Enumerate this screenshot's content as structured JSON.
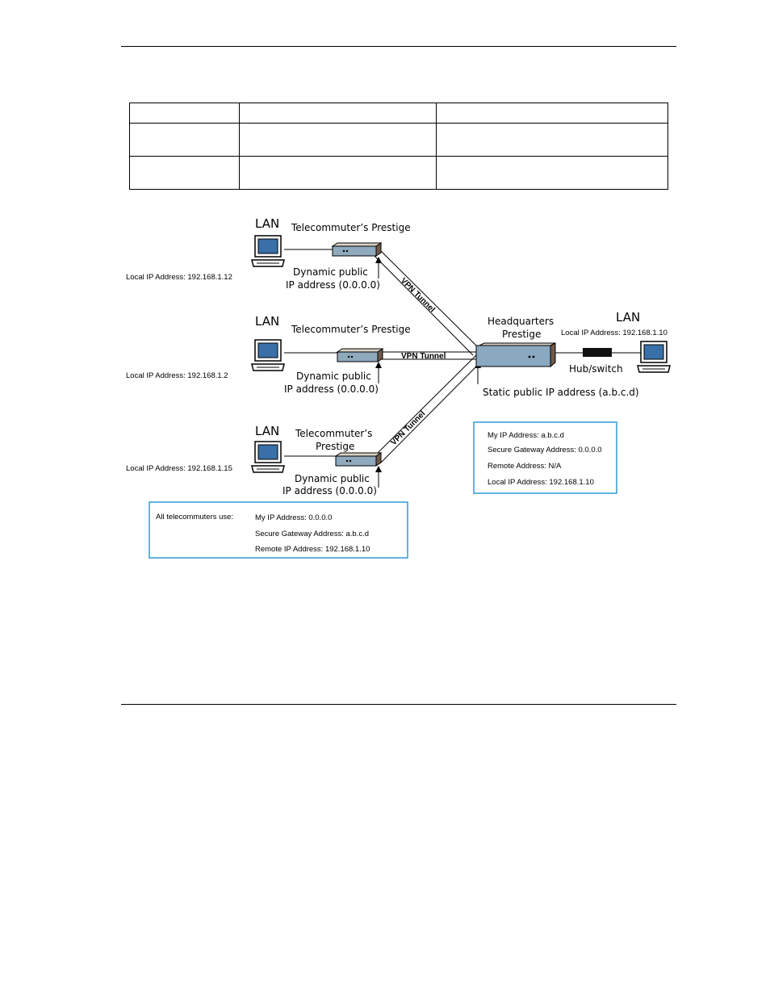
{
  "colors": {
    "box_border": "#2e9bd6",
    "router_top": "#d9d2c6",
    "router_front": "#8fa9bd",
    "router_side": "#6f5a4a",
    "hq_router": "#8aa8c0",
    "monitor_screen": "#3a6fa8",
    "hub": "#111111"
  },
  "diagram": {
    "telecommuters": [
      {
        "lan": "LAN",
        "title": "Telecommuter’s Prestige",
        "title_line2": "",
        "dyn_line1": "Dynamic public",
        "dyn_line2": "IP address (0.0.0.0)",
        "local_ip": "Local IP Address: 192.168.1.12",
        "tunnel": "VPN Tunnel"
      },
      {
        "lan": "LAN",
        "title": "Telecommuter’s Prestige",
        "title_line2": "",
        "dyn_line1": "Dynamic public",
        "dyn_line2": "IP address (0.0.0.0)",
        "local_ip": "Local IP Address: 192.168.1.2",
        "tunnel": "VPN Tunnel"
      },
      {
        "lan": "LAN",
        "title": "Telecommuter’s",
        "title_line2": "Prestige",
        "dyn_line1": "Dynamic public",
        "dyn_line2": "IP address (0.0.0.0)",
        "local_ip": "Local IP Address: 192.168.1.15",
        "tunnel": "VPN Tunnel"
      }
    ],
    "headquarters": {
      "title_line1": "Headquarters",
      "title_line2": "Prestige",
      "lan": "LAN",
      "local_ip": "Local IP Address: 192.168.1.10",
      "hub": "Hub/switch",
      "static_ip": "Static public IP address (a.b.c.d)"
    },
    "hq_box": [
      "My IP Address: a.b.c.d",
      "Secure Gateway Address: 0.0.0.0",
      "Remote Address: N/A",
      "Local IP Address: 192.168.1.10"
    ],
    "tele_box": {
      "heading": "All telecommuters use:",
      "lines": [
        "My IP Address: 0.0.0.0",
        "Secure Gateway Address: a.b.c.d",
        "Remote IP Address: 192.168.1.10"
      ]
    }
  }
}
